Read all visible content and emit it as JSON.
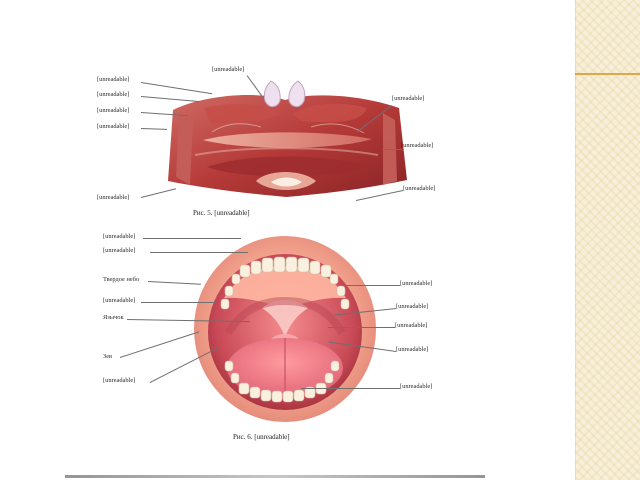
{
  "colors": {
    "background": "#f6efd9",
    "pattern": "#d4a63e",
    "accent_line": "#e1a54a",
    "page": "#ffffff",
    "muscle": "#b53a38",
    "lip": "#e2a08e",
    "tongue": "#ea7784",
    "teeth": "#f7ead5"
  },
  "figure5": {
    "labels": {
      "top": "[unreadable]",
      "left_1": "[unreadable]",
      "left_2": "[unreadable]",
      "left_3": "[unreadable]",
      "left_4": "[unreadable]",
      "left_5": "[unreadable]",
      "right_1": "[unreadable]",
      "right_2": "[unreadable]",
      "right_3": "[unreadable]"
    },
    "caption": "Рис. 5. [unreadable]"
  },
  "figure6": {
    "labels": {
      "left_1": "[unreadable]",
      "left_2": "[unreadable]",
      "left_3": "Твердое небо",
      "left_4": "[unreadable]",
      "left_5": "Язычок",
      "left_6": "Зев",
      "left_7": "[unreadable]",
      "right_1": "[unreadable]",
      "right_2": "[unreadable]",
      "right_3": "[unreadable]",
      "right_4": "[unreadable]",
      "right_5": "[unreadable]"
    },
    "caption": "Рис. 6. [unreadable]"
  },
  "icons": {
    "figure5": "facial-muscles-illustration",
    "figure6": "open-mouth-illustration"
  }
}
